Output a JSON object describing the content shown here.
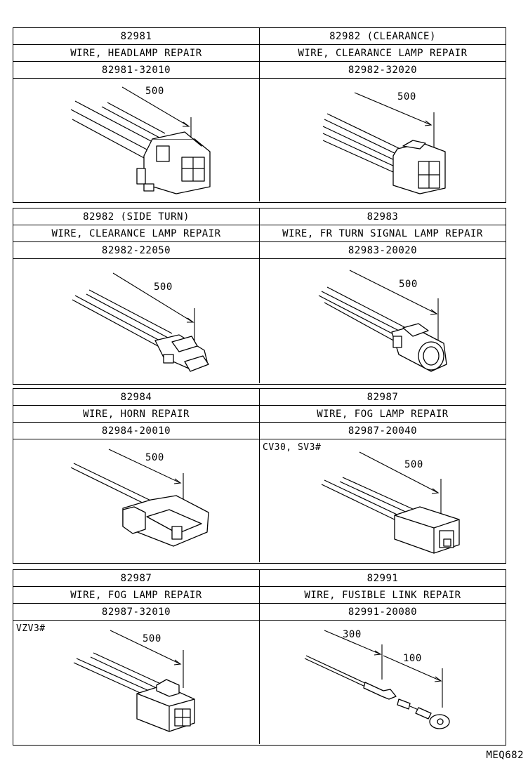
{
  "groups": [
    {
      "left": {
        "code": "82981",
        "name": "WIRE, HEADLAMP REPAIR",
        "part_no": "82981-32010",
        "length_label": "500",
        "note": ""
      },
      "right": {
        "code": "82982 (CLEARANCE)",
        "name": "WIRE, CLEARANCE LAMP REPAIR",
        "part_no": "82982-32020",
        "length_label": "500",
        "note": ""
      }
    },
    {
      "left": {
        "code": "82982 (SIDE TURN)",
        "name": "WIRE, CLEARANCE LAMP REPAIR",
        "part_no": "82982-22050",
        "length_label": "500",
        "note": ""
      },
      "right": {
        "code": "82983",
        "name": "WIRE, FR TURN SIGNAL LAMP REPAIR",
        "part_no": "82983-20020",
        "length_label": "500",
        "note": ""
      }
    },
    {
      "left": {
        "code": "82984",
        "name": "WIRE, HORN REPAIR",
        "part_no": "82984-20010",
        "length_label": "500",
        "note": ""
      },
      "right": {
        "code": "82987",
        "name": "WIRE, FOG LAMP REPAIR",
        "part_no": "82987-20040",
        "length_label": "500",
        "note": "CV30, SV3#"
      }
    },
    {
      "left": {
        "code": "82987",
        "name": "WIRE, FOG LAMP REPAIR",
        "part_no": "82987-32010",
        "length_label": "500",
        "note": "VZV3#"
      },
      "right": {
        "code": "82991",
        "name": "WIRE, FUSIBLE LINK REPAIR",
        "part_no": "82991-20080",
        "length_label": "300",
        "length_label_2": "100",
        "note": ""
      }
    }
  ],
  "sheet_code": "MEQ682"
}
